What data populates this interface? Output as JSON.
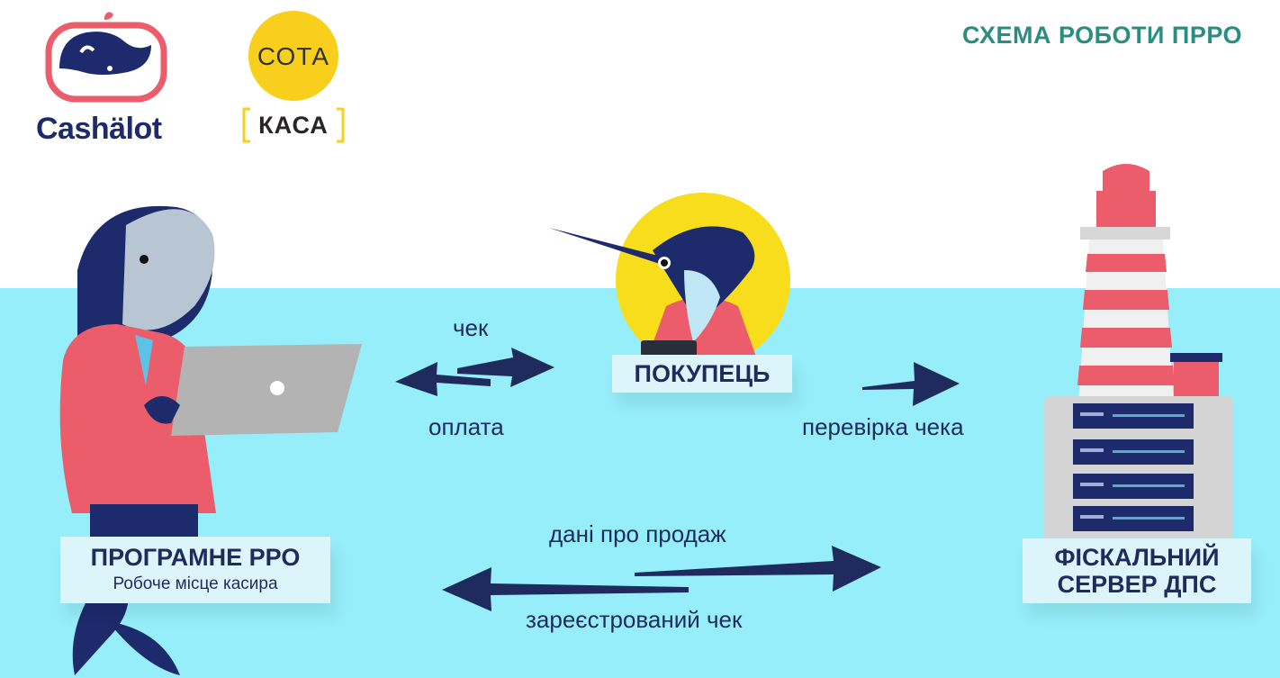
{
  "brand": {
    "cashalot": "Cashälot",
    "sota": "СОТА",
    "kasa": "КАСА"
  },
  "title": "СХЕМА РОБОТИ ПРРО",
  "nodes": {
    "buyer": "ПОКУПЕЦЬ",
    "prro_title": "ПРОГРАМНЕ РРО",
    "prro_subtitle": "Робоче місце касира",
    "server_line1": "ФІСКАЛЬНИЙ",
    "server_line2": "СЕРВЕР ДПС"
  },
  "flows": {
    "receipt": "чек",
    "payment": "оплата",
    "receipt_check": "перевірка чека",
    "sales_data": "дані про продаж",
    "registered_receipt": "зареєстрований чек"
  },
  "colors": {
    "sea": "#96eefa",
    "navy": "#1e2b5c",
    "teal_title": "#2a8d80",
    "sota_yellow": "#f7cf1c",
    "jacket": "#ec5d6b",
    "label_bg": "#dcf5fb"
  }
}
